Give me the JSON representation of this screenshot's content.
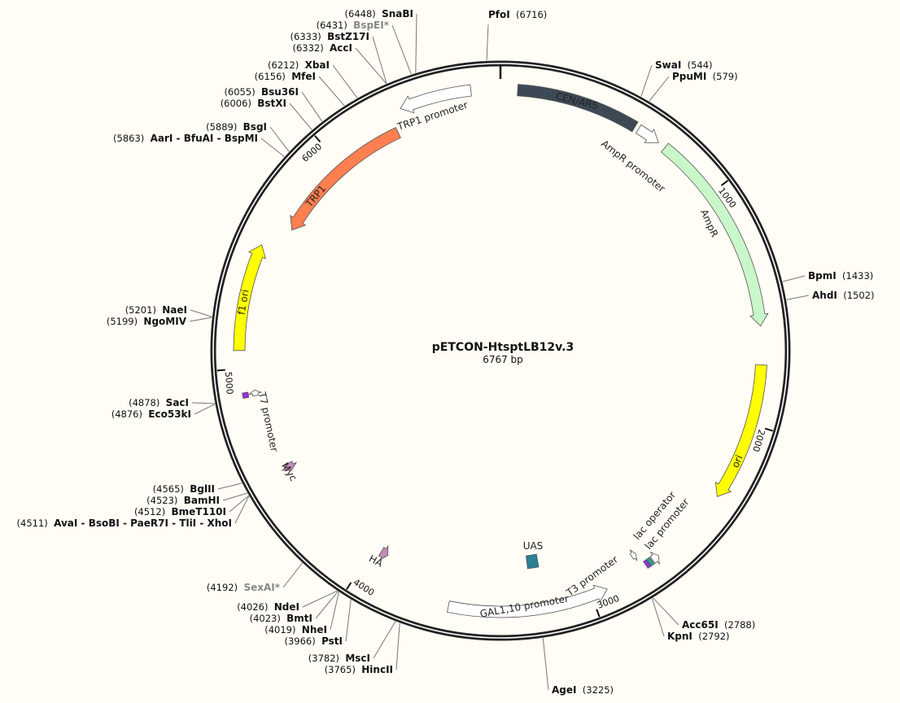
{
  "plasmid": {
    "name": "pETCON-HtsptLB12v.3",
    "length_label": "6767 bp",
    "length": 6767
  },
  "ticks": [
    "1000",
    "2000",
    "3000",
    "4000",
    "5000",
    "6000"
  ],
  "features": [
    {
      "label": "CEN/ARS",
      "start": 71,
      "end": 583,
      "direction": 0,
      "color": "#3d4955"
    },
    {
      "label": "AmpR promoter",
      "start": 600,
      "end": 700,
      "direction": 1,
      "color": "#ffffff"
    },
    {
      "label": "AmpR",
      "start": 733,
      "end": 1590,
      "direction": 1,
      "color": "#c9f7c9"
    },
    {
      "label": "ori",
      "start": 1750,
      "end": 2330,
      "direction": 1,
      "color": "#ffff00"
    },
    {
      "label": "lac promoter",
      "start": 2676,
      "end": 2706,
      "direction": -1,
      "color": "#ffffff"
    },
    {
      "label": "lac operator",
      "start": 2710,
      "end": 2726,
      "direction": 0,
      "color": "#2a9d8f"
    },
    {
      "label": "",
      "start": 2728,
      "end": 2742,
      "direction": 0,
      "color": "#9b30e0"
    },
    {
      "label": "T3 promoter",
      "start": 2750,
      "end": 2772,
      "direction": -1,
      "color": "#ffffff"
    },
    {
      "label": "UAS",
      "start": 3195,
      "end": 3250,
      "direction": 0,
      "color": "#2b7f96"
    },
    {
      "label": "GAL1,10 promoter",
      "start": 2930,
      "end": 3600,
      "direction": -1,
      "color": "#ffffff"
    },
    {
      "label": "HA",
      "start": 3925,
      "end": 3960,
      "direction": -1,
      "color": "#c48bb5"
    },
    {
      "label": "Myc",
      "start": 4515,
      "end": 4550,
      "direction": -1,
      "color": "#c48bb5"
    },
    {
      "label": "",
      "start": 4878,
      "end": 4900,
      "direction": 0,
      "color": "#9b30e0"
    },
    {
      "label": "T7 promoter",
      "start": 4880,
      "end": 4905,
      "direction": 1,
      "color": "#ffffff"
    },
    {
      "label": "f1 ori",
      "start": 5076,
      "end": 5525,
      "direction": 1,
      "color": "#ffff00"
    },
    {
      "label": "TRP1",
      "start": 5640,
      "end": 6295,
      "direction": -1,
      "color": "#ff7f50"
    },
    {
      "label": "TRP1 promoter",
      "start": 6345,
      "end": 6645,
      "direction": -1,
      "color": "#ffffff"
    }
  ],
  "sites": [
    {
      "name": "SnaBI",
      "pos": 6448
    },
    {
      "name": "BspEI*",
      "pos": 6431,
      "gray": true
    },
    {
      "name": "BstZ17I",
      "pos": 6333
    },
    {
      "name": "AccI",
      "pos": 6332
    },
    {
      "name": "XbaI",
      "pos": 6212
    },
    {
      "name": "MfeI",
      "pos": 6156
    },
    {
      "name": "Bsu36I",
      "pos": 6055
    },
    {
      "name": "BstXI",
      "pos": 6006
    },
    {
      "name": "BsgI",
      "pos": 5889
    },
    {
      "name": "AarI - BfuAI - BspMI",
      "pos": 5863
    },
    {
      "name": "NaeI",
      "pos": 5201
    },
    {
      "name": "NgoMIV",
      "pos": 5199
    },
    {
      "name": "SacI",
      "pos": 4878
    },
    {
      "name": "Eco53kI",
      "pos": 4876
    },
    {
      "name": "BglII",
      "pos": 4565
    },
    {
      "name": "BamHI",
      "pos": 4523
    },
    {
      "name": "BmeT110I",
      "pos": 4512
    },
    {
      "name": "AvaI - BsoBI - PaeR7I - TliI - XhoI",
      "pos": 4511
    },
    {
      "name": "SexAI*",
      "pos": 4192,
      "gray": true
    },
    {
      "name": "NdeI",
      "pos": 4026
    },
    {
      "name": "BmtI",
      "pos": 4023
    },
    {
      "name": "NheI",
      "pos": 4019
    },
    {
      "name": "PstI",
      "pos": 3966
    },
    {
      "name": "MscI",
      "pos": 3782
    },
    {
      "name": "HincII",
      "pos": 3765
    },
    {
      "name": "PfoI",
      "pos": 6716
    },
    {
      "name": "SwaI",
      "pos": 544
    },
    {
      "name": "PpuMI",
      "pos": 579
    },
    {
      "name": "BpmI",
      "pos": 1433
    },
    {
      "name": "AhdI",
      "pos": 1502
    },
    {
      "name": "Acc65I",
      "pos": 2788
    },
    {
      "name": "KpnI",
      "pos": 2792
    },
    {
      "name": "AgeI",
      "pos": 3225
    }
  ]
}
